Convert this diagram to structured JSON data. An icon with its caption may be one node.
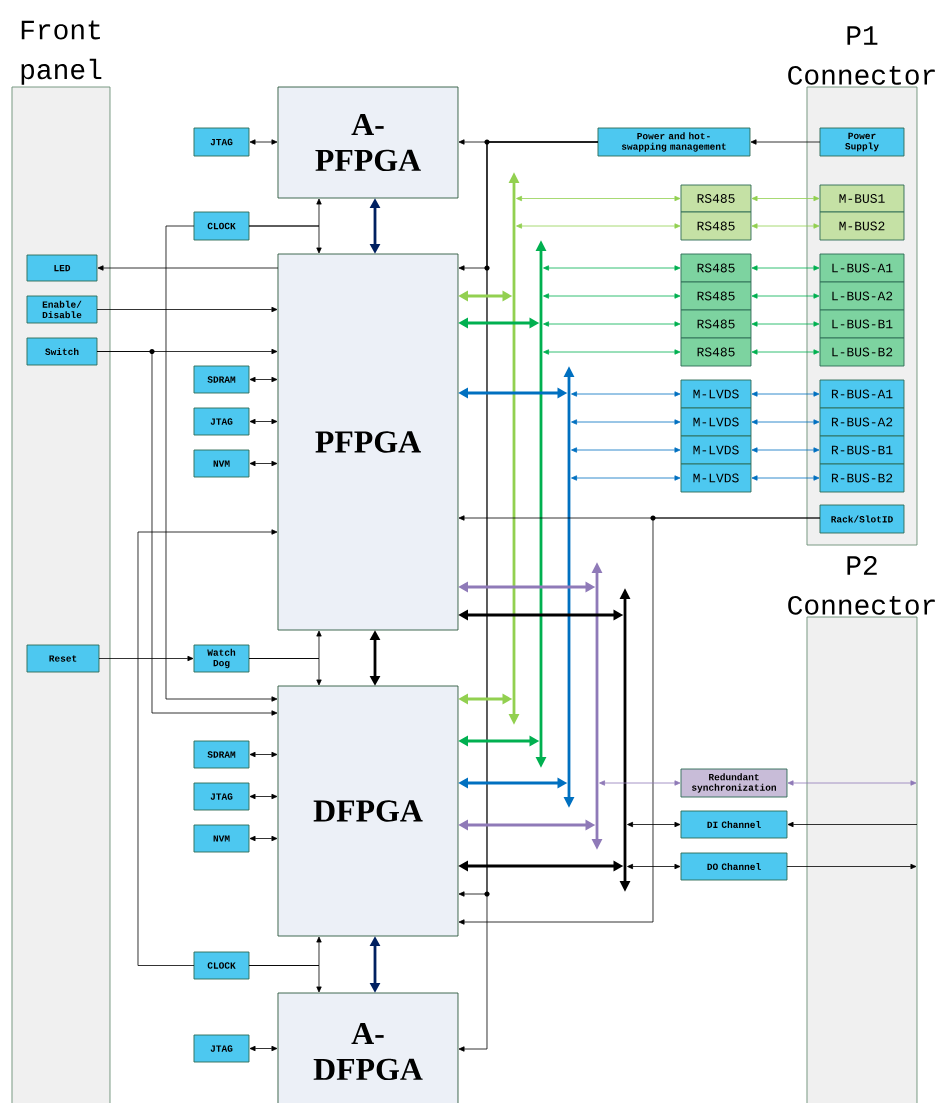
{
  "diagram": {
    "nodes": [
      {
        "text": [
          "Front panel"
        ]
      },
      {
        "text": [
          "LED"
        ],
        "in": 0
      },
      {
        "text": [
          "Enable/ Disable"
        ],
        "in": 0
      },
      {
        "text": [
          "Switch"
        ],
        "in": 0
      },
      {
        "text": [
          "Reset"
        ],
        "in": 0
      },
      {
        "text": [
          "A- PFPGA"
        ]
      },
      {
        "text": [
          "JTAG"
        ]
      },
      {
        "text": [
          "CLOCK"
        ]
      },
      {
        "text": [
          "PFPGA"
        ]
      },
      {
        "text": [
          "SDRAM"
        ]
      },
      {
        "text": [
          "JTAG"
        ]
      },
      {
        "text": [
          "NVM"
        ]
      },
      {
        "text": [
          "Watch Dog"
        ]
      },
      {
        "text": [
          "DFPGA"
        ]
      },
      {
        "text": [
          "SDRAM"
        ]
      },
      {
        "text": [
          "JTAG"
        ]
      },
      {
        "text": [
          "NVM"
        ]
      },
      {
        "text": [
          "CLOCK"
        ]
      },
      {
        "text": [
          "A- DFPGA"
        ]
      },
      {
        "text": [
          "JTAG"
        ]
      },
      {
        "text": [
          "Power and hot-swapping management"
        ]
      },
      {
        "text": [],
        "shape": "bar"
      },
      {
        "text": [],
        "shape": "bar"
      },
      {
        "text": [],
        "shape": "bar"
      },
      {
        "text": [],
        "shape": "bar"
      },
      {
        "text": [],
        "shape": "bar"
      },
      {
        "text": [
          "RS485"
        ]
      },
      {
        "text": [
          "RS485"
        ]
      },
      {
        "text": [
          "RS485"
        ]
      },
      {
        "text": [
          "RS485"
        ]
      },
      {
        "text": [
          "RS485"
        ]
      },
      {
        "text": [
          "RS485"
        ]
      },
      {
        "text": [
          "M-LVDS"
        ]
      },
      {
        "text": [
          "M-LVDS"
        ]
      },
      {
        "text": [
          "M-LVDS"
        ]
      },
      {
        "text": [
          "M-LVDS"
        ]
      },
      {
        "text": [
          "Redundant synchronization"
        ]
      },
      {
        "text": [
          "DI Channel"
        ]
      },
      {
        "text": [
          "DO Channel"
        ]
      },
      {
        "text": [
          "P1 Connector"
        ]
      },
      {
        "text": [
          "Power Supply"
        ],
        "in": 39
      },
      {
        "text": [
          "M-BUS1"
        ],
        "in": 39
      },
      {
        "text": [
          "M-BUS2"
        ],
        "in": 39
      },
      {
        "text": [
          "L-BUS-A1"
        ],
        "in": 39
      },
      {
        "text": [
          "L-BUS-A2"
        ],
        "in": 39
      },
      {
        "text": [
          "L-BUS-B1"
        ],
        "in": 39
      },
      {
        "text": [
          "L-BUS-B2"
        ],
        "in": 39
      },
      {
        "text": [
          "R-BUS-A1"
        ],
        "in": 39
      },
      {
        "text": [
          "R-BUS-A2"
        ],
        "in": 39
      },
      {
        "text": [
          "R-BUS-B1"
        ],
        "in": 39
      },
      {
        "text": [
          "R-BUS-B2"
        ],
        "in": 39
      },
      {
        "text": [
          "Rack/SlotID"
        ],
        "in": 39
      },
      {
        "text": [
          "P2 Connector"
        ]
      }
    ],
    "edges": [
      {
        "from": 6,
        "to": 5,
        "arrow": "both"
      },
      {
        "from": 7,
        "to": 5,
        "arrow": "to"
      },
      {
        "from": 7,
        "to": 8,
        "arrow": "to"
      },
      {
        "from": 7,
        "to": 13,
        "arrow": "to"
      },
      {
        "from": 5,
        "to": 8,
        "arrow": "both",
        "style": "thick",
        "color": "#002060"
      },
      {
        "from": 8,
        "to": 1,
        "arrow": "to"
      },
      {
        "from": 2,
        "to": 8,
        "arrow": "to"
      },
      {
        "from": 3,
        "to": 8,
        "arrow": "to"
      },
      {
        "from": 3,
        "to": 13,
        "arrow": "to"
      },
      {
        "from": 9,
        "to": 8,
        "arrow": "both"
      },
      {
        "from": 10,
        "to": 8,
        "arrow": "both"
      },
      {
        "from": 11,
        "to": 8,
        "arrow": "both"
      },
      {
        "from": 4,
        "to": 12,
        "arrow": "to"
      },
      {
        "from": 12,
        "to": 8,
        "arrow": "to"
      },
      {
        "from": 12,
        "to": 13,
        "arrow": "to"
      },
      {
        "from": 8,
        "to": 13,
        "arrow": "both",
        "style": "thick"
      },
      {
        "from": 17,
        "to": 8,
        "arrow": "to"
      },
      {
        "from": 14,
        "to": 13,
        "arrow": "both"
      },
      {
        "from": 15,
        "to": 13,
        "arrow": "both"
      },
      {
        "from": 16,
        "to": 13,
        "arrow": "both"
      },
      {
        "from": 17,
        "to": 13,
        "arrow": "to"
      },
      {
        "from": 17,
        "to": 18,
        "arrow": "to"
      },
      {
        "from": 13,
        "to": 18,
        "arrow": "both",
        "style": "thick",
        "color": "#002060"
      },
      {
        "from": 19,
        "to": 18,
        "arrow": "both"
      },
      {
        "from": 40,
        "to": 20,
        "arrow": "to"
      },
      {
        "from": 20,
        "to": 5,
        "arrow": "to"
      },
      {
        "from": 20,
        "to": 8,
        "arrow": "to"
      },
      {
        "from": 20,
        "to": 13,
        "arrow": "to"
      },
      {
        "from": 20,
        "to": 18,
        "arrow": "to"
      },
      {
        "from": 51,
        "to": 8,
        "arrow": "to"
      },
      {
        "from": 51,
        "to": 13,
        "arrow": "to"
      },
      {
        "from": 8,
        "to": 21,
        "arrow": "both",
        "style": "thick",
        "color": "#92d050"
      },
      {
        "from": 13,
        "to": 21,
        "arrow": "both",
        "style": "thick",
        "color": "#92d050"
      },
      {
        "from": 21,
        "to": 26,
        "arrow": "both",
        "color": "#92d050"
      },
      {
        "from": 21,
        "to": 27,
        "arrow": "both",
        "color": "#92d050"
      },
      {
        "from": 26,
        "to": 41,
        "arrow": "both",
        "color": "#92d050"
      },
      {
        "from": 27,
        "to": 42,
        "arrow": "both",
        "color": "#92d050"
      },
      {
        "from": 8,
        "to": 22,
        "arrow": "both",
        "style": "thick",
        "color": "#00b050"
      },
      {
        "from": 13,
        "to": 22,
        "arrow": "both",
        "style": "thick",
        "color": "#00b050"
      },
      {
        "from": 22,
        "to": 28,
        "arrow": "both",
        "color": "#00b050"
      },
      {
        "from": 22,
        "to": 29,
        "arrow": "both",
        "color": "#00b050"
      },
      {
        "from": 22,
        "to": 30,
        "arrow": "both",
        "color": "#00b050"
      },
      {
        "from": 22,
        "to": 31,
        "arrow": "both",
        "color": "#00b050"
      },
      {
        "from": 28,
        "to": 43,
        "arrow": "both",
        "color": "#00b050"
      },
      {
        "from": 29,
        "to": 44,
        "arrow": "both",
        "color": "#00b050"
      },
      {
        "from": 30,
        "to": 45,
        "arrow": "both",
        "color": "#00b050"
      },
      {
        "from": 31,
        "to": 46,
        "arrow": "both",
        "color": "#00b050"
      },
      {
        "from": 8,
        "to": 23,
        "arrow": "both",
        "style": "thick",
        "color": "#0070c0"
      },
      {
        "from": 13,
        "to": 23,
        "arrow": "both",
        "style": "thick",
        "color": "#0070c0"
      },
      {
        "from": 23,
        "to": 32,
        "arrow": "both",
        "color": "#0070c0"
      },
      {
        "from": 23,
        "to": 33,
        "arrow": "both",
        "color": "#0070c0"
      },
      {
        "from": 23,
        "to": 34,
        "arrow": "both",
        "color": "#0070c0"
      },
      {
        "from": 23,
        "to": 35,
        "arrow": "both",
        "color": "#0070c0"
      },
      {
        "from": 32,
        "to": 47,
        "arrow": "both",
        "color": "#0070c0"
      },
      {
        "from": 33,
        "to": 48,
        "arrow": "both",
        "color": "#0070c0"
      },
      {
        "from": 34,
        "to": 49,
        "arrow": "both",
        "color": "#0070c0"
      },
      {
        "from": 35,
        "to": 50,
        "arrow": "both",
        "color": "#0070c0"
      },
      {
        "from": 8,
        "to": 24,
        "arrow": "both",
        "style": "thick",
        "color": "#8f7ab8"
      },
      {
        "from": 13,
        "to": 24,
        "arrow": "both",
        "style": "thick",
        "color": "#8f7ab8"
      },
      {
        "from": 24,
        "to": 36,
        "arrow": "both",
        "color": "#8f7ab8"
      },
      {
        "from": 36,
        "to": 52,
        "arrow": "both",
        "color": "#8f7ab8"
      },
      {
        "from": 8,
        "to": 25,
        "arrow": "both",
        "style": "thick"
      },
      {
        "from": 13,
        "to": 25,
        "arrow": "both",
        "style": "thick"
      },
      {
        "from": 25,
        "to": 37,
        "arrow": "both"
      },
      {
        "from": 25,
        "to": 38,
        "arrow": "both"
      },
      {
        "from": 52,
        "to": 37,
        "arrow": "to"
      },
      {
        "from": 38,
        "to": 52,
        "arrow": "to"
      }
    ]
  }
}
